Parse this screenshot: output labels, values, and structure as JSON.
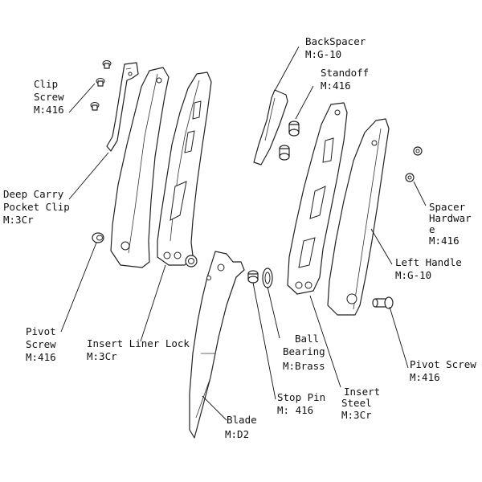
{
  "labels": {
    "clip_screw": {
      "name_1": "Clip",
      "name_2": "Screw",
      "material": "M:416"
    },
    "deep_carry_clip": {
      "name_1": "Deep Carry",
      "name_2": "Pocket Clip",
      "material": "M:3Cr"
    },
    "pivot_screw_left": {
      "name_1": "Pivot",
      "name_2": "Screw",
      "material": "M:416"
    },
    "insert_liner_lock": {
      "name_1": "Insert Liner Lock",
      "material": "M:3Cr"
    },
    "backspacer": {
      "name_1": "BackSpacer",
      "material": "M:G-10"
    },
    "standoff": {
      "name_1": "Standoff",
      "material": "M:416"
    },
    "spacer_hardware": {
      "name_1": "Spacer",
      "name_2": "Hardwar",
      "name_3": "e",
      "material": "M:416"
    },
    "left_handle": {
      "name_1": "Left Handle",
      "material": "M:G-10"
    },
    "ball_bearing": {
      "name_1": "Ball",
      "name_2": "Bearing",
      "material": "M:Brass"
    },
    "pivot_screw_right": {
      "name_1": "Pivot Screw",
      "material": "M:416"
    },
    "insert_steel": {
      "name_1": "Insert",
      "name_2": "Steel",
      "material": "M:3Cr"
    },
    "stop_pin": {
      "name_1": "Stop Pin",
      "material": "M: 416"
    },
    "blade": {
      "name_1": "Blade",
      "material": "M:D2"
    }
  }
}
